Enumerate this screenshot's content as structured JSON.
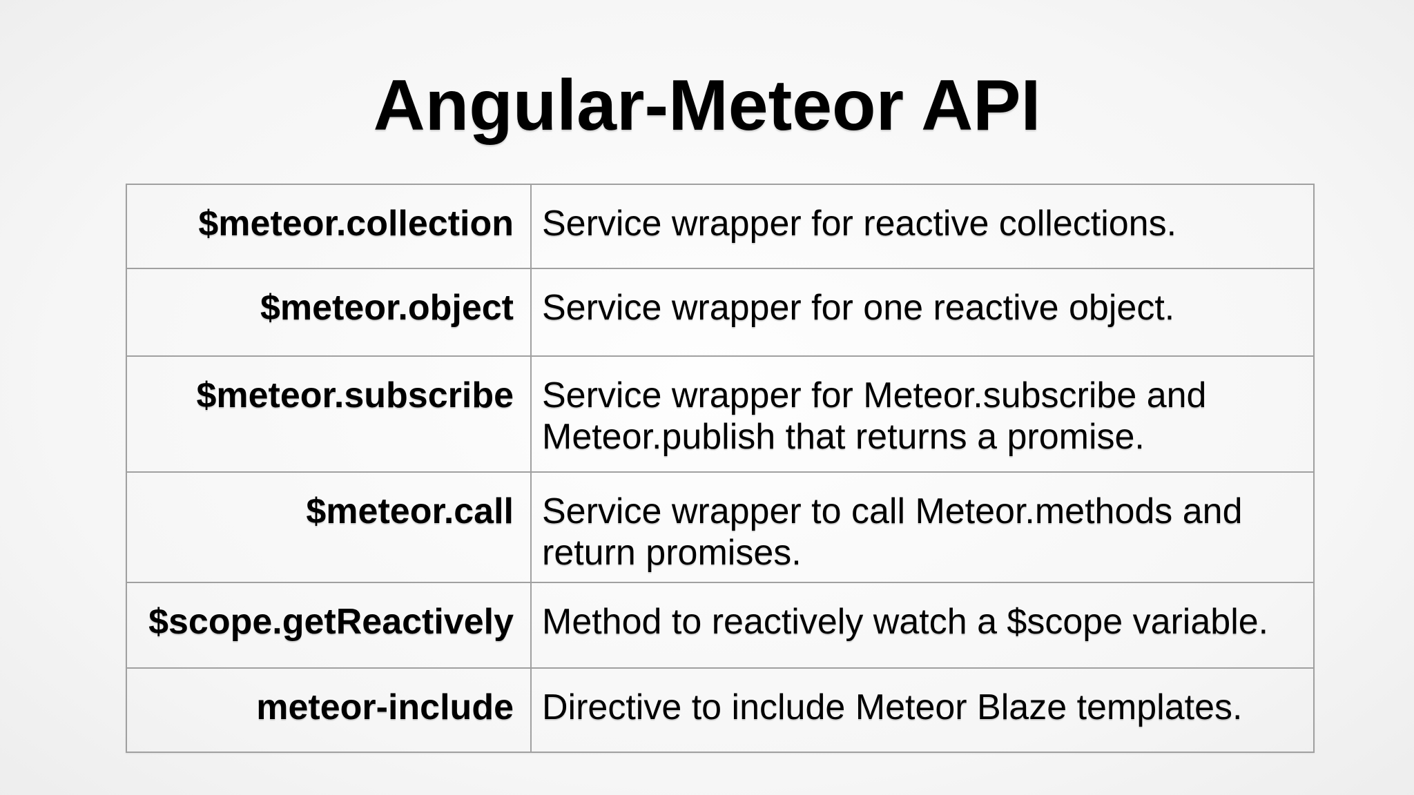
{
  "slide": {
    "title": "Angular-Meteor API",
    "colors": {
      "background_center": "#fefefe",
      "background_edge": "#d2d2d2",
      "table_border": "#a0a0a0",
      "text": "#000000"
    },
    "api_table": {
      "rows": [
        {
          "name": "$meteor.collection",
          "description": "Service wrapper for reactive collections."
        },
        {
          "name": "$meteor.object",
          "description": "Service wrapper for one reactive object."
        },
        {
          "name": "$meteor.subscribe",
          "description": "Service wrapper for Meteor.subscribe and Meteor.publish that returns a promise."
        },
        {
          "name": "$meteor.call",
          "description": "Service wrapper to call Meteor.methods and return promises."
        },
        {
          "name": "$scope.getReactively",
          "description": "Method to reactively watch a $scope variable."
        },
        {
          "name": "meteor-include",
          "description": "Directive to include Meteor Blaze templates."
        }
      ]
    }
  }
}
